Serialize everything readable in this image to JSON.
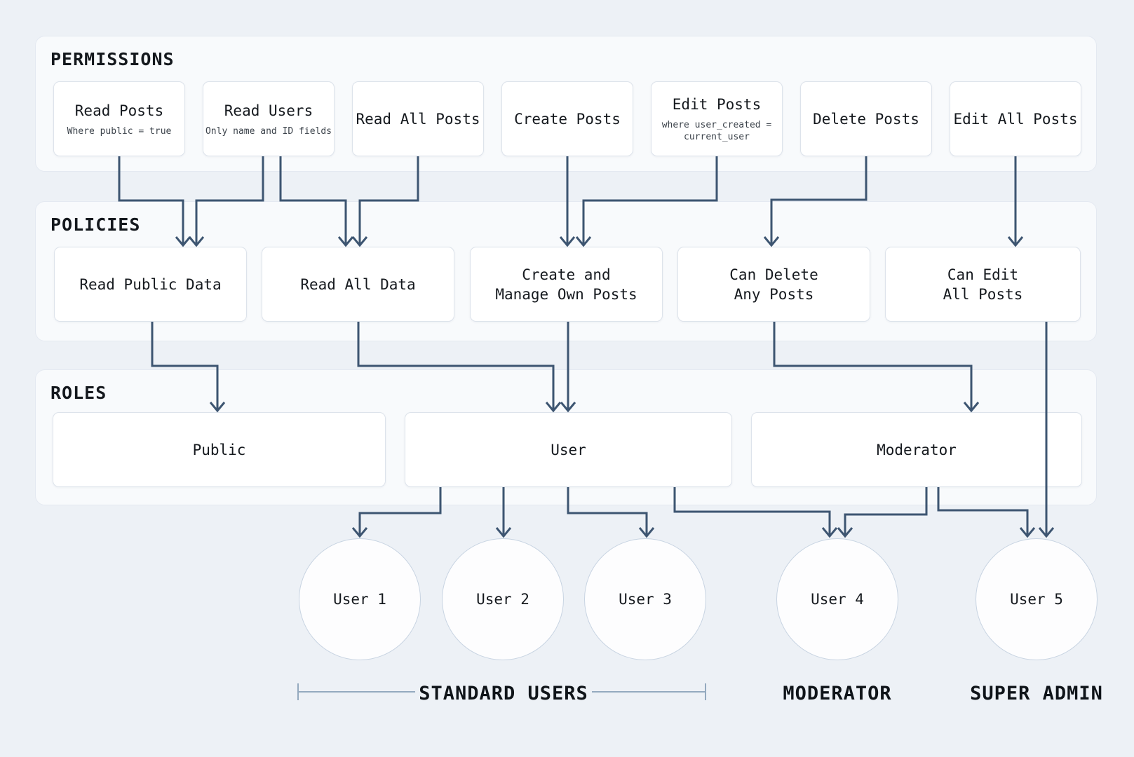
{
  "colors": {
    "page_background": "#edf1f6",
    "section_background": "#f8fafc",
    "card_background": "#ffffff",
    "connector_line": "#3d5571",
    "bracket_line": "#94aabf",
    "text_primary": "#15191e"
  },
  "sections": {
    "permissions": {
      "title": "PERMISSIONS",
      "cards": [
        {
          "label": "Read Posts",
          "sublabel": "Where public = true"
        },
        {
          "label": "Read Users",
          "sublabel": "Only name and ID fields"
        },
        {
          "label": "Read All Posts",
          "sublabel": ""
        },
        {
          "label": "Create Posts",
          "sublabel": ""
        },
        {
          "label": "Edit Posts",
          "sublabel": "where user_created =\ncurrent_user"
        },
        {
          "label": "Delete Posts",
          "sublabel": ""
        },
        {
          "label": "Edit All Posts",
          "sublabel": ""
        }
      ]
    },
    "policies": {
      "title": "POLICIES",
      "cards": [
        {
          "label": "Read Public Data"
        },
        {
          "label": "Read All Data"
        },
        {
          "label": "Create and\nManage Own Posts"
        },
        {
          "label": "Can Delete\nAny Posts"
        },
        {
          "label": "Can Edit\nAll Posts"
        }
      ]
    },
    "roles": {
      "title": "ROLES",
      "cards": [
        {
          "label": "Public"
        },
        {
          "label": "User"
        },
        {
          "label": "Moderator"
        }
      ]
    }
  },
  "users": [
    {
      "label": "User 1"
    },
    {
      "label": "User 2"
    },
    {
      "label": "User 3"
    },
    {
      "label": "User 4"
    },
    {
      "label": "User 5"
    }
  ],
  "group_labels": {
    "standard_users": "STANDARD USERS",
    "moderator": "MODERATOR",
    "super_admin": "SUPER ADMIN"
  },
  "connections": [
    {
      "from": "Read Posts",
      "to": "Read Public Data"
    },
    {
      "from": "Read Users",
      "to": "Read Public Data"
    },
    {
      "from": "Read Users",
      "to": "Read All Data"
    },
    {
      "from": "Read All Posts",
      "to": "Read All Data"
    },
    {
      "from": "Create Posts",
      "to": "Create and Manage Own Posts"
    },
    {
      "from": "Edit Posts",
      "to": "Create and Manage Own Posts"
    },
    {
      "from": "Delete Posts",
      "to": "Can Delete Any Posts"
    },
    {
      "from": "Edit All Posts",
      "to": "Can Edit All Posts"
    },
    {
      "from": "Read Public Data",
      "to": "Public"
    },
    {
      "from": "Read All Data",
      "to": "User"
    },
    {
      "from": "Create and Manage Own Posts",
      "to": "User"
    },
    {
      "from": "Can Delete Any Posts",
      "to": "Moderator"
    },
    {
      "from": "Can Edit All Posts",
      "to": "User 5"
    },
    {
      "from": "User",
      "to": "User 1"
    },
    {
      "from": "User",
      "to": "User 2"
    },
    {
      "from": "User",
      "to": "User 3"
    },
    {
      "from": "User",
      "to": "User 4"
    },
    {
      "from": "Moderator",
      "to": "User 4"
    },
    {
      "from": "Moderator",
      "to": "User 5"
    }
  ]
}
